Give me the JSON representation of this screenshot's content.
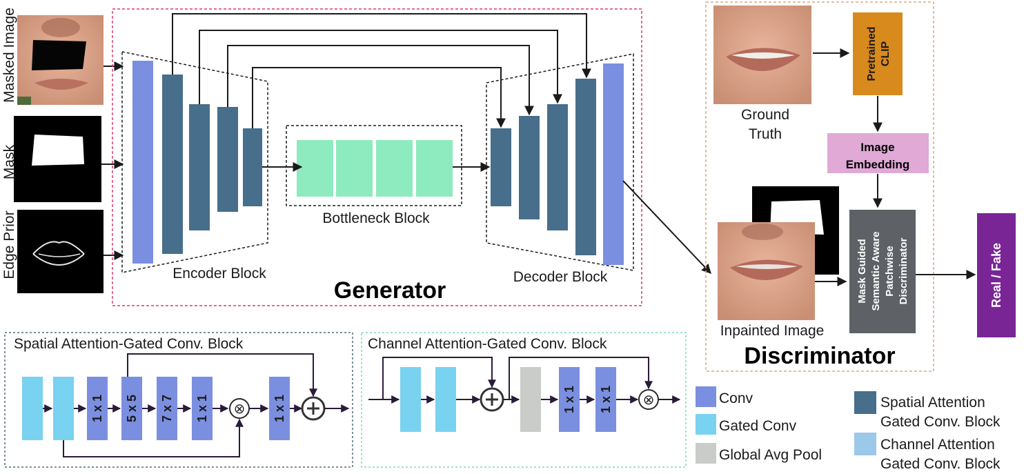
{
  "inputs": {
    "masked_image": "Masked Image",
    "mask": "Mask",
    "edge_prior": "Edge Prior"
  },
  "generator": {
    "title": "Generator",
    "encoder_label": "Encoder Block",
    "bottleneck_label": "Bottleneck Block",
    "decoder_label": "Decoder Block"
  },
  "discriminator": {
    "title": "Discriminator",
    "ground_truth_line1": "Ground",
    "ground_truth_line2": "Truth",
    "clip_line1": "Pretrained",
    "clip_line2": "CLIP",
    "embedding_line1": "Image",
    "embedding_line2": "Embedding",
    "inpainted_label": "Inpainted Image",
    "disc_line1": "Mask Guided",
    "disc_line2": "Semantic Aware",
    "disc_line3": "Patchwise",
    "disc_line4": "Discriminator",
    "output": "Real / Fake"
  },
  "spatial_block": {
    "title": "Spatial Attention-Gated Conv. Block",
    "k1": "1 x 1",
    "k2": "5 x 5",
    "k3": "7 x 7",
    "k4": "1 x 1",
    "k5": "1 x 1"
  },
  "channel_block": {
    "title": "Channel Attention-Gated Conv. Block",
    "k1": "1 x 1",
    "k2": "1 x 1"
  },
  "legend": {
    "conv": "Conv",
    "gated_conv": "Gated Conv",
    "global_avg_pool": "Global Avg Pool",
    "spatial_line1": "Spatial Attention",
    "spatial_line2": "Gated Conv. Block",
    "channel_line1": "Channel Attention",
    "channel_line2": "Gated Conv. Block"
  },
  "colors": {
    "conv": "#7b8fe0",
    "gated_conv": "#79d2f0",
    "global_avg_pool": "#c9ccc8",
    "spatial_block": "#476e8a",
    "channel_block": "#9cc8ea",
    "bottleneck": "#8eeabf",
    "clip": "#d98a1c",
    "embedding": "#e0a9d6",
    "discriminator": "#5e6166",
    "output": "#7a2596",
    "generator_border": "#d93a6a",
    "discriminator_border": "#d8a98a"
  }
}
